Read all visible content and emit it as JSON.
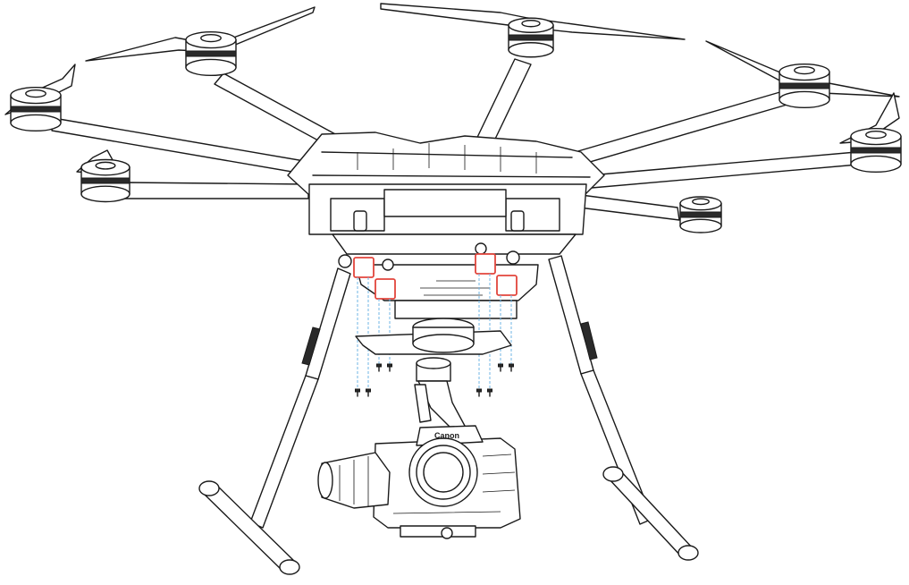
{
  "diagram": {
    "camera_brand_label": "Canon",
    "colors": {
      "outline": "#1a1a1a",
      "highlight": "#e2453c",
      "guide": "#6fb6e6",
      "background": "#ffffff"
    },
    "screws": 8,
    "highlighted_mounts": 4
  }
}
